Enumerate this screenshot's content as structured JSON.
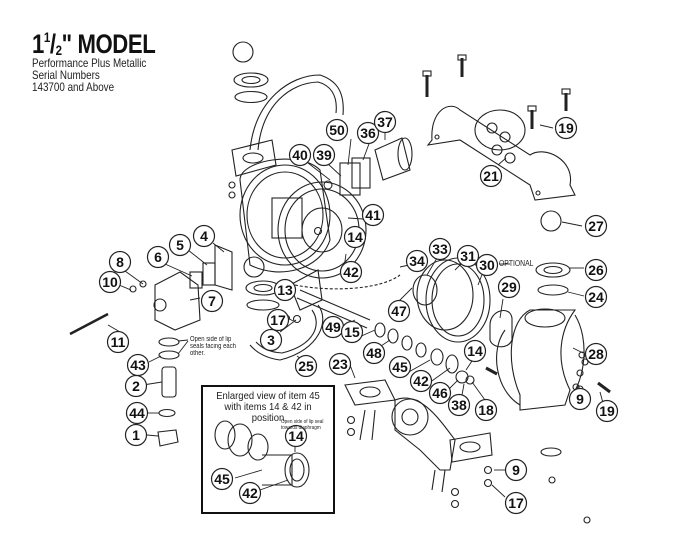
{
  "header": {
    "model_whole": "1",
    "model_frac_num": "1",
    "model_frac_den": "2",
    "model_suffix": "\" MODEL",
    "subtitle_lines": [
      "Performance Plus Metallic",
      "Serial Numbers",
      "143700 and Above"
    ]
  },
  "notes": {
    "lip_seals": [
      "Open side of lip",
      "seals facing each",
      "other."
    ],
    "optional": "OPTIONAL",
    "inset_caption": [
      "Enlarged view of item 45",
      "with items 14 & 42 in position"
    ],
    "inset_lip_seal": [
      "Open side of lip seal",
      "towards diaphragm"
    ]
  },
  "callouts": [
    {
      "id": "c50",
      "label": "50"
    },
    {
      "id": "c36",
      "label": "36"
    },
    {
      "id": "c37",
      "label": "37"
    },
    {
      "id": "c40",
      "label": "40"
    },
    {
      "id": "c39",
      "label": "39"
    },
    {
      "id": "c41",
      "label": "41"
    },
    {
      "id": "c14a",
      "label": "14"
    },
    {
      "id": "c42a",
      "label": "42"
    },
    {
      "id": "c34",
      "label": "34"
    },
    {
      "id": "c33",
      "label": "33"
    },
    {
      "id": "c31",
      "label": "31"
    },
    {
      "id": "c30",
      "label": "30"
    },
    {
      "id": "c29",
      "label": "29"
    },
    {
      "id": "c19a",
      "label": "19"
    },
    {
      "id": "c21",
      "label": "21"
    },
    {
      "id": "c27",
      "label": "27"
    },
    {
      "id": "c26",
      "label": "26"
    },
    {
      "id": "c24",
      "label": "24"
    },
    {
      "id": "c28",
      "label": "28"
    },
    {
      "id": "c9a",
      "label": "9"
    },
    {
      "id": "c19b",
      "label": "19"
    },
    {
      "id": "c4",
      "label": "4"
    },
    {
      "id": "c5",
      "label": "5"
    },
    {
      "id": "c6",
      "label": "6"
    },
    {
      "id": "c8",
      "label": "8"
    },
    {
      "id": "c10",
      "label": "10"
    },
    {
      "id": "c7",
      "label": "7"
    },
    {
      "id": "c13",
      "label": "13"
    },
    {
      "id": "c17a",
      "label": "17"
    },
    {
      "id": "c3",
      "label": "3"
    },
    {
      "id": "c25",
      "label": "25"
    },
    {
      "id": "c49",
      "label": "49"
    },
    {
      "id": "c47",
      "label": "47"
    },
    {
      "id": "c15",
      "label": "15"
    },
    {
      "id": "c48",
      "label": "48"
    },
    {
      "id": "c23",
      "label": "23"
    },
    {
      "id": "c45a",
      "label": "45"
    },
    {
      "id": "c42b",
      "label": "42"
    },
    {
      "id": "c46",
      "label": "46"
    },
    {
      "id": "c14b",
      "label": "14"
    },
    {
      "id": "c38",
      "label": "38"
    },
    {
      "id": "c18",
      "label": "18"
    },
    {
      "id": "c11",
      "label": "11"
    },
    {
      "id": "c43",
      "label": "43"
    },
    {
      "id": "c2",
      "label": "2"
    },
    {
      "id": "c44",
      "label": "44"
    },
    {
      "id": "c1",
      "label": "1"
    },
    {
      "id": "c14c",
      "label": "14"
    },
    {
      "id": "c45b",
      "label": "45"
    },
    {
      "id": "c42c",
      "label": "42"
    },
    {
      "id": "c9b",
      "label": "9"
    },
    {
      "id": "c17b",
      "label": "17"
    }
  ]
}
